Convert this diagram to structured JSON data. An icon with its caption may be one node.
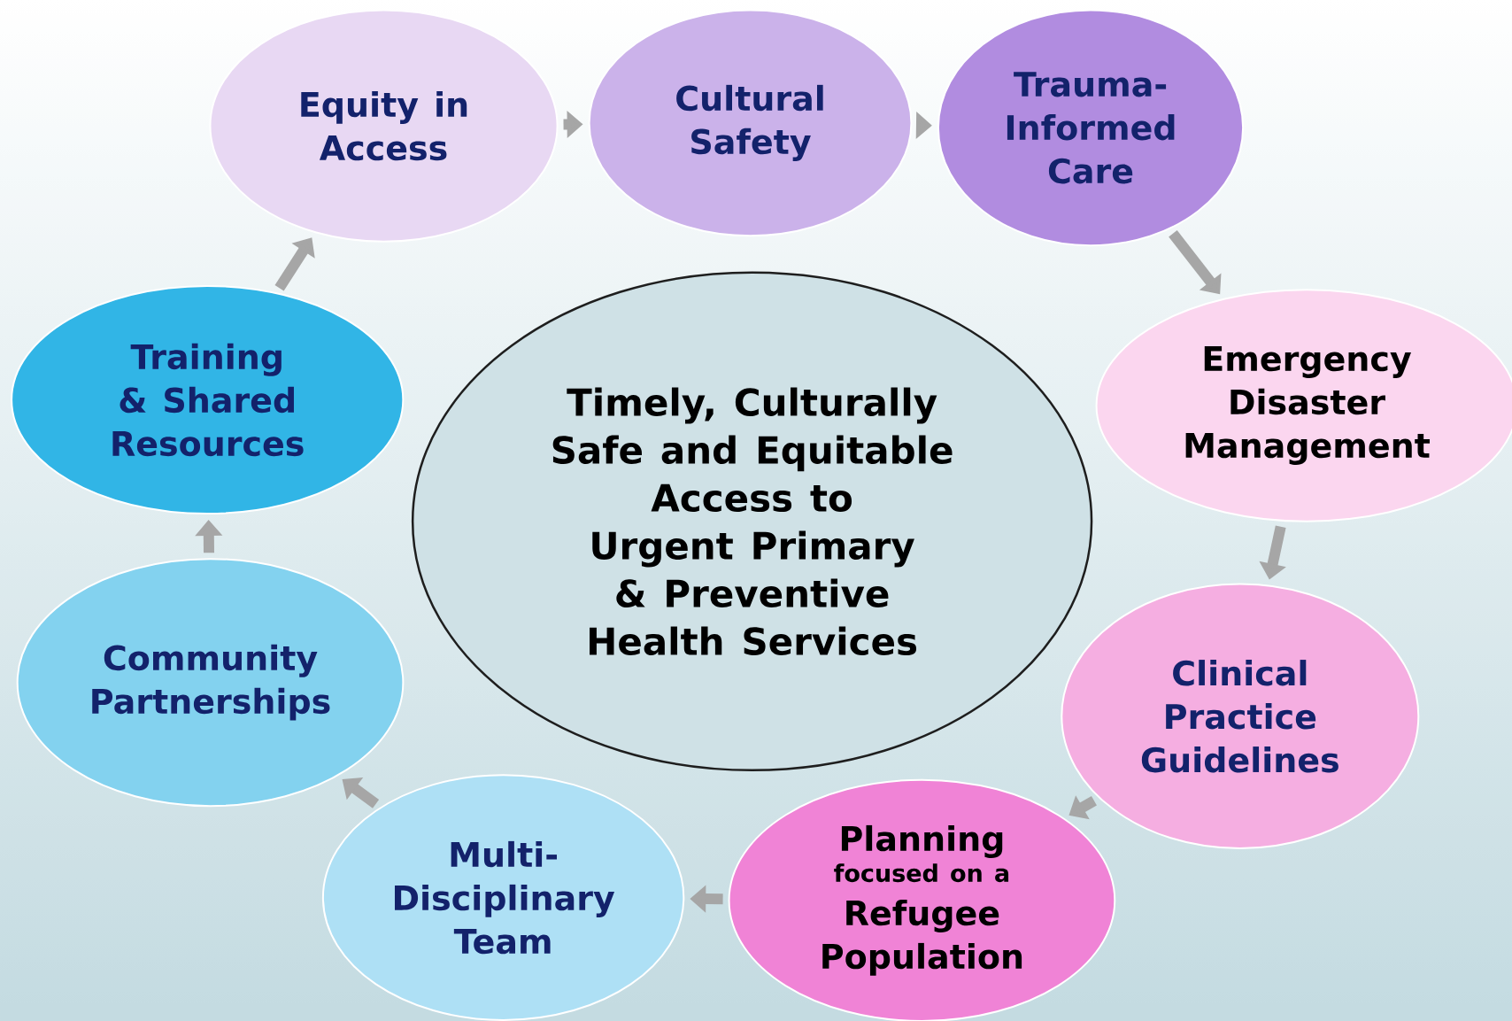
{
  "diagram": {
    "nodes": [
      {
        "text": [
          "Timely, Culturally Safe and Equitable Access to Urgent Primary & Preventive Health Services"
        ]
      },
      {
        "text": [
          "Equity in Access"
        ]
      },
      {
        "text": [
          "Cultural Safety"
        ]
      },
      {
        "text": [
          "Trauma-Informed Care"
        ]
      },
      {
        "text": [
          "Emergency Disaster Management"
        ]
      },
      {
        "text": [
          "Clinical Practice Guidelines"
        ]
      },
      {
        "text": [
          "Planning",
          "focused on a",
          "Refugee Population"
        ]
      },
      {
        "text": [
          "Multi-Disciplinary Team"
        ]
      },
      {
        "text": [
          "Community Partnerships"
        ]
      },
      {
        "text": [
          "Training & Shared Resources"
        ]
      }
    ],
    "edges": [
      {
        "from": 1,
        "to": 2,
        "arrow": "to"
      },
      {
        "from": 2,
        "to": 3,
        "arrow": "to"
      },
      {
        "from": 3,
        "to": 4,
        "arrow": "to"
      },
      {
        "from": 4,
        "to": 5,
        "arrow": "to"
      },
      {
        "from": 5,
        "to": 6,
        "arrow": "to"
      },
      {
        "from": 6,
        "to": 7,
        "arrow": "to"
      },
      {
        "from": 7,
        "to": 8,
        "arrow": "to"
      },
      {
        "from": 8,
        "to": 9,
        "arrow": "to"
      },
      {
        "from": 9,
        "to": 1,
        "arrow": "to"
      }
    ]
  }
}
